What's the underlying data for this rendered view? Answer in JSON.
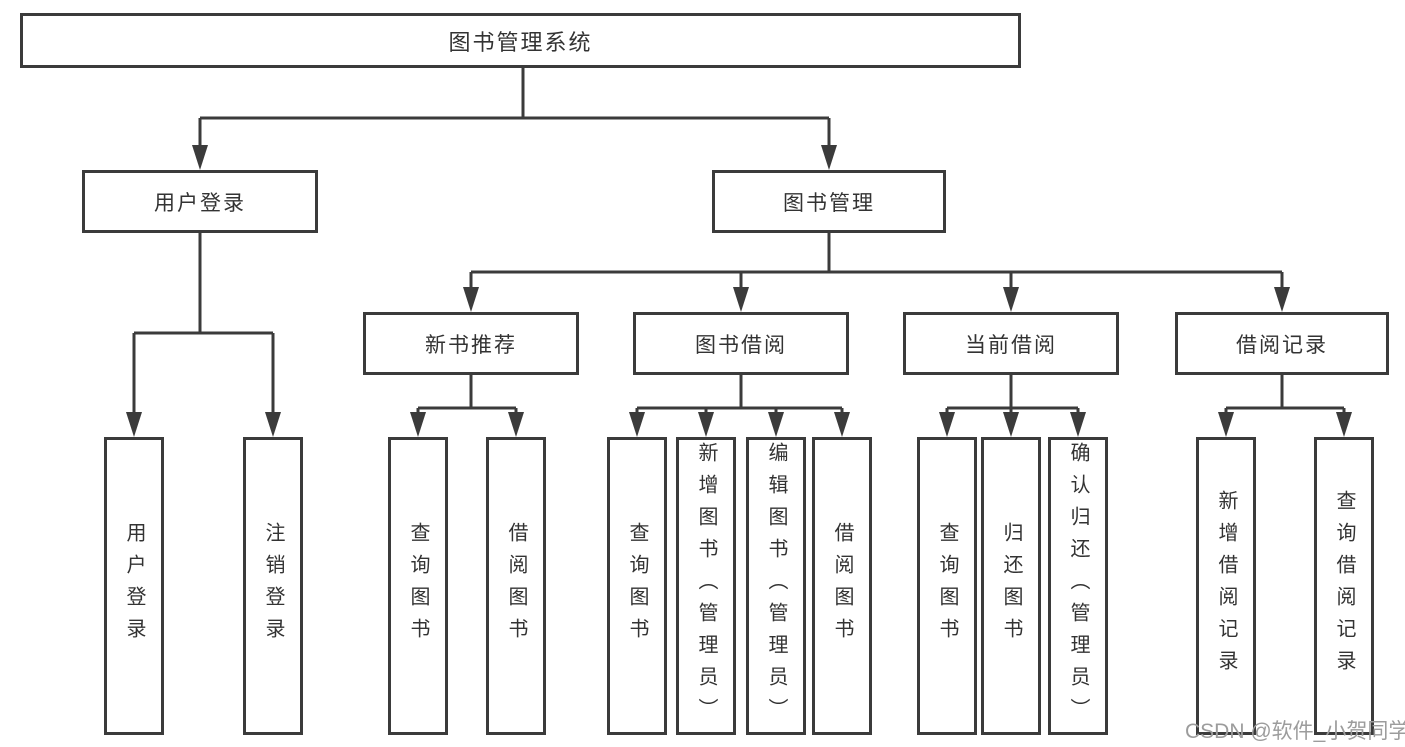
{
  "colors": {
    "line": "#3b3b3b",
    "text": "#333333",
    "watermark": "#9c9c9c",
    "bg": "#ffffff"
  },
  "tree": {
    "root": {
      "label": "图书管理系统",
      "children": [
        {
          "label": "用户登录",
          "children": [
            {
              "label": "用户登录"
            },
            {
              "label": "注销登录"
            }
          ]
        },
        {
          "label": "图书管理",
          "children": [
            {
              "label": "新书推荐",
              "children": [
                {
                  "label": "查询图书"
                },
                {
                  "label": "借阅图书"
                }
              ]
            },
            {
              "label": "图书借阅",
              "children": [
                {
                  "label": "查询图书"
                },
                {
                  "label": "新增图书（管理员）"
                },
                {
                  "label": "编辑图书（管理员）"
                },
                {
                  "label": "借阅图书"
                }
              ]
            },
            {
              "label": "当前借阅",
              "children": [
                {
                  "label": "查询图书"
                },
                {
                  "label": "归还图书"
                },
                {
                  "label": "确认归还（管理员）"
                }
              ]
            },
            {
              "label": "借阅记录",
              "children": [
                {
                  "label": "新增借阅记录"
                },
                {
                  "label": "查询借阅记录"
                }
              ]
            }
          ]
        }
      ]
    }
  },
  "watermark": {
    "text": "CSDN @软件_小贺同学"
  }
}
